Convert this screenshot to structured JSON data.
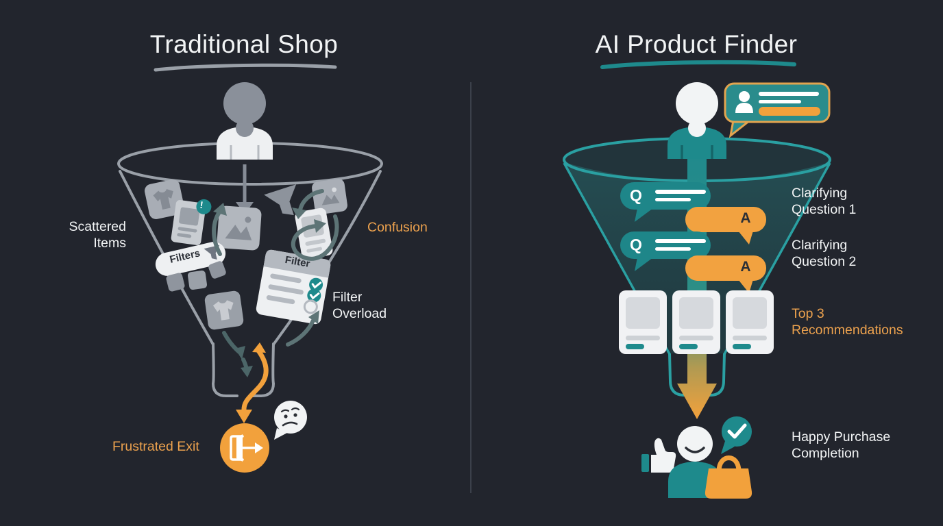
{
  "meta": {
    "kind": "comparison-infographic"
  },
  "colors": {
    "background": "#22252d",
    "teal": "#1e8a8c",
    "teal_stroke": "#2aa0a2",
    "orange": "#f2a13c",
    "orange_text": "#eda24e",
    "gray": "#9aa0a8",
    "text": "#f2f4f5"
  },
  "left": {
    "title": "Traditional Shop",
    "labels": {
      "scattered_items": "Scattered\nItems",
      "confusion": "Confusion",
      "filter_overload": "Filter\nOverload",
      "frustrated_exit": "Frustrated Exit"
    },
    "filters_pill": "Filters",
    "filter_card": {
      "title": "Filter"
    },
    "alert_badge": "!"
  },
  "right": {
    "title": "AI Product Finder",
    "chat": {
      "question_label": "Q",
      "answer_label": "A"
    },
    "labels": {
      "clarifying_q1": "Clarifying\nQuestion 1",
      "clarifying_q2": "Clarifying\nQuestion 2",
      "top_3": "Top 3\nRecommendations",
      "happy_purchase": "Happy Purchase\nCompletion"
    }
  }
}
